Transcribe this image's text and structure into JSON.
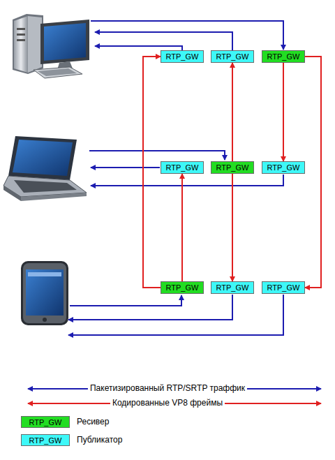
{
  "diagram": {
    "nodes": [
      {
        "text": [
          "RTP_GW"
        ]
      },
      {
        "text": [
          "RTP_GW"
        ]
      },
      {
        "text": [
          "RTP_GW"
        ]
      },
      {
        "text": [
          "RTP_GW"
        ]
      },
      {
        "text": [
          "RTP_GW"
        ]
      },
      {
        "text": [
          "RTP_GW"
        ]
      },
      {
        "text": [
          "RTP_GW"
        ]
      },
      {
        "text": [
          "RTP_GW"
        ]
      },
      {
        "text": [
          "RTP_GW"
        ]
      }
    ],
    "edges": [
      {
        "from": 2,
        "to": 5,
        "arrow": "to"
      },
      {
        "from": 2,
        "to": 8,
        "arrow": "to"
      },
      {
        "from": 4,
        "to": 1,
        "arrow": "to"
      },
      {
        "from": 4,
        "to": 7,
        "arrow": "to"
      },
      {
        "from": 6,
        "to": 3,
        "arrow": "to"
      },
      {
        "from": 6,
        "to": 0,
        "arrow": "to"
      }
    ],
    "labels": [
      "RTP_GW",
      "RTP_GW"
    ],
    "legend": [
      {
        "text": "Пакетизированный RTP/SRTP траффик"
      },
      {
        "text": "Кодированные VP8 фреймы"
      },
      {
        "text": "Ресивер",
        "color": "#22dd22"
      },
      {
        "text": "Публикатор",
        "color": "#3ef8f8"
      }
    ]
  }
}
